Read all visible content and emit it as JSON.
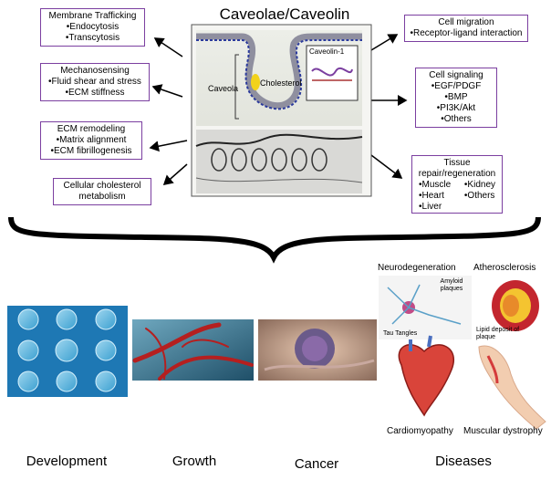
{
  "title": "Caveolae/Caveolin",
  "left_boxes": [
    {
      "heading": "Membrane Trafficking",
      "items": [
        "•Endocytosis",
        "•Transcytosis"
      ]
    },
    {
      "heading": "Mechanosensing",
      "items": [
        "•Fluid shear and stress",
        "•ECM stiffness"
      ]
    },
    {
      "heading": "ECM remodeling",
      "items": [
        "•Matrix alignment",
        "•ECM fibrillogenesis"
      ]
    },
    {
      "heading": "Cellular cholesterol",
      "items": [
        "metabolism"
      ]
    }
  ],
  "right_boxes": [
    {
      "heading": "Cell migration",
      "items": [
        "•Receptor-ligand interaction"
      ]
    },
    {
      "heading": "Cell signaling",
      "items": [
        "•EGF/PDGF",
        "•BMP",
        "•PI3K/Akt",
        "•Others"
      ]
    },
    {
      "heading": "Tissue",
      "items": [
        "repair/regeneration"
      ],
      "cols": [
        [
          "•Muscle",
          "•Heart",
          "•Liver"
        ],
        [
          "•Kidney",
          "•Others"
        ]
      ]
    }
  ],
  "diagram_labels": {
    "caveola": "Caveola",
    "cholesterol": "Cholesterol",
    "caveolin": "Caveolin-1"
  },
  "disease_labels": {
    "neurodegeneration": "Neurodegeneration",
    "atherosclerosis": "Atherosclerosis",
    "amyloid": "Amyloid plaques",
    "tau": "Tau Tangles",
    "lipid": "Lipid deposit of plaque",
    "cardiomyopathy": "Cardiomyopathy",
    "muscular": "Muscular dystrophy"
  },
  "captions": [
    "Development",
    "Growth",
    "Cancer",
    "Diseases"
  ],
  "colors": {
    "box_border": "#7b3fa0",
    "caveolin": "#2b3a9c",
    "cholesterol": "#f2d21b",
    "vessel": "#b51f1f"
  }
}
